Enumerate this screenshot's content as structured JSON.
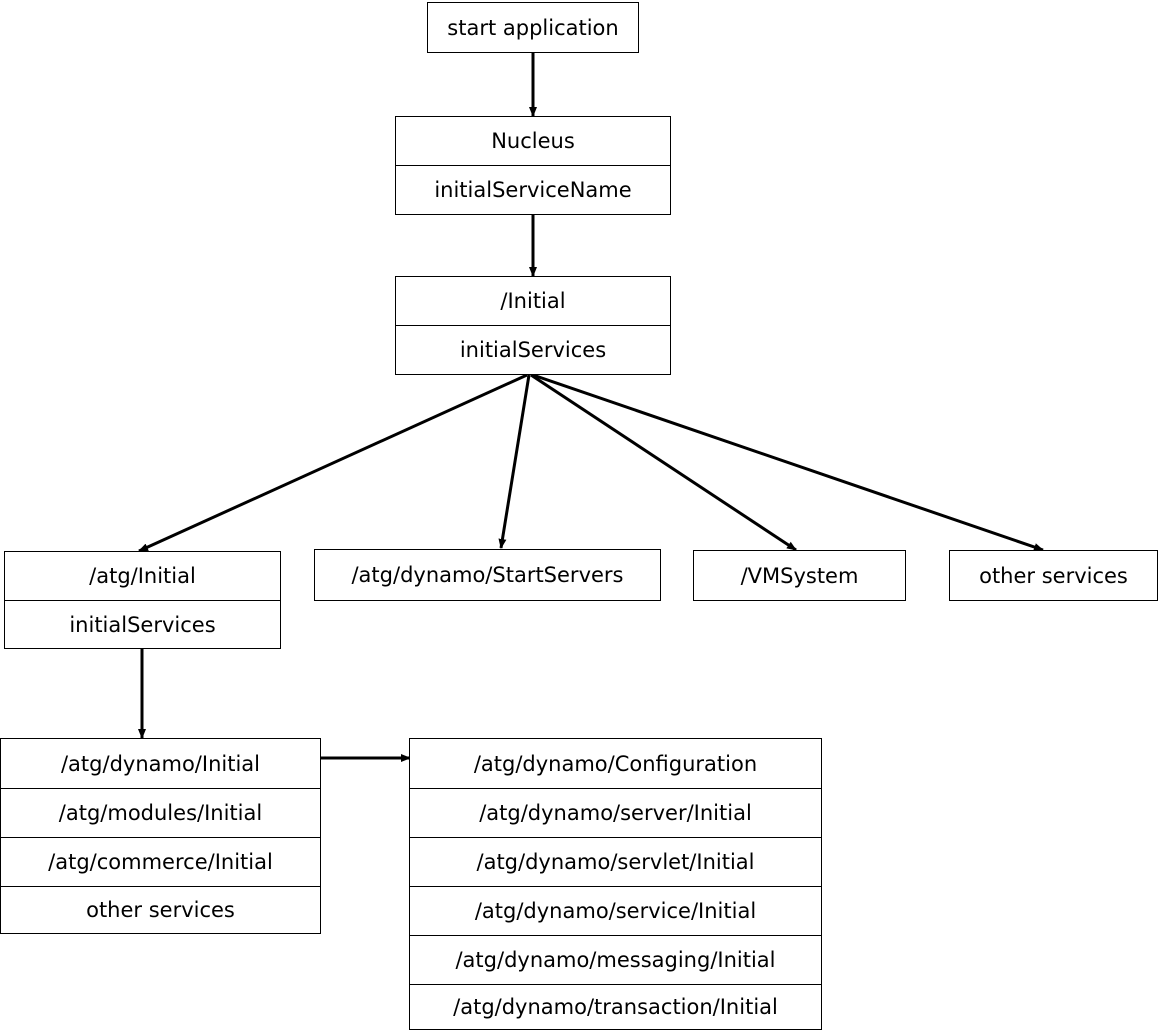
{
  "start": {
    "label": "start application"
  },
  "nucleus": {
    "title": "Nucleus",
    "property": "initialServiceName"
  },
  "initial": {
    "title": "/Initial",
    "property": "initialServices"
  },
  "atg_initial": {
    "title": "/atg/Initial",
    "property": "initialServices"
  },
  "start_servers": {
    "label": "/atg/dynamo/StartServers"
  },
  "vmsystem": {
    "label": "/VMSystem"
  },
  "other_services_top": {
    "label": "other services"
  },
  "atg_services": {
    "items": [
      "/atg/dynamo/Initial",
      "/atg/modules/Initial",
      "/atg/commerce/Initial",
      "other services"
    ]
  },
  "dynamo_services": {
    "items": [
      "/atg/dynamo/Configuration",
      "/atg/dynamo/server/Initial",
      "/atg/dynamo/servlet/Initial",
      "/atg/dynamo/service/Initial",
      "/atg/dynamo/messaging/Initial",
      "/atg/dynamo/transaction/Initial"
    ]
  }
}
